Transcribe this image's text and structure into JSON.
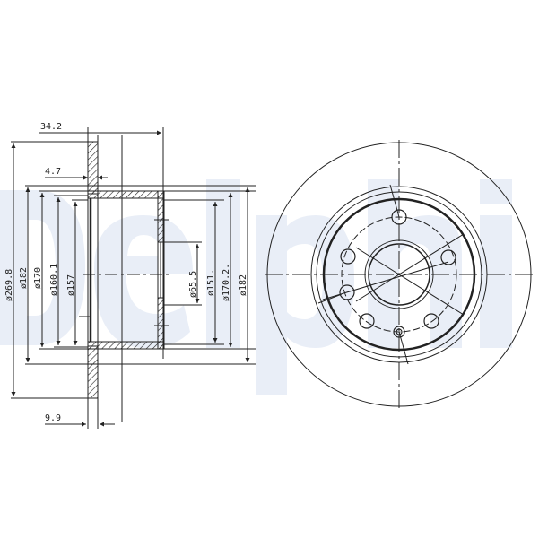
{
  "watermark": {
    "text": "Delphi",
    "color": "#e9eef7"
  },
  "section_view": {
    "horizontal_dims": [
      {
        "id": "overall_height",
        "label": "34.2"
      },
      {
        "id": "hub_offset",
        "label": "4.7"
      },
      {
        "id": "disc_thickness",
        "label": "9.9"
      }
    ],
    "left_diameters": [
      {
        "id": "outer_diameter",
        "label": "ø269.8"
      },
      {
        "id": "d182_left",
        "label": "ø182"
      },
      {
        "id": "d170",
        "label": "ø170"
      },
      {
        "id": "d160_1",
        "label": "ø160.1"
      },
      {
        "id": "d157",
        "label": "ø157"
      }
    ],
    "right_diameters": [
      {
        "id": "center_bore",
        "label": "ø65.5"
      },
      {
        "id": "d151",
        "label": "ø151."
      },
      {
        "id": "d170_2",
        "label": "ø170.2."
      },
      {
        "id": "d182_right",
        "label": "ø182"
      }
    ]
  },
  "front_view": {
    "bolt_holes": 7,
    "line_color": "#111111"
  }
}
